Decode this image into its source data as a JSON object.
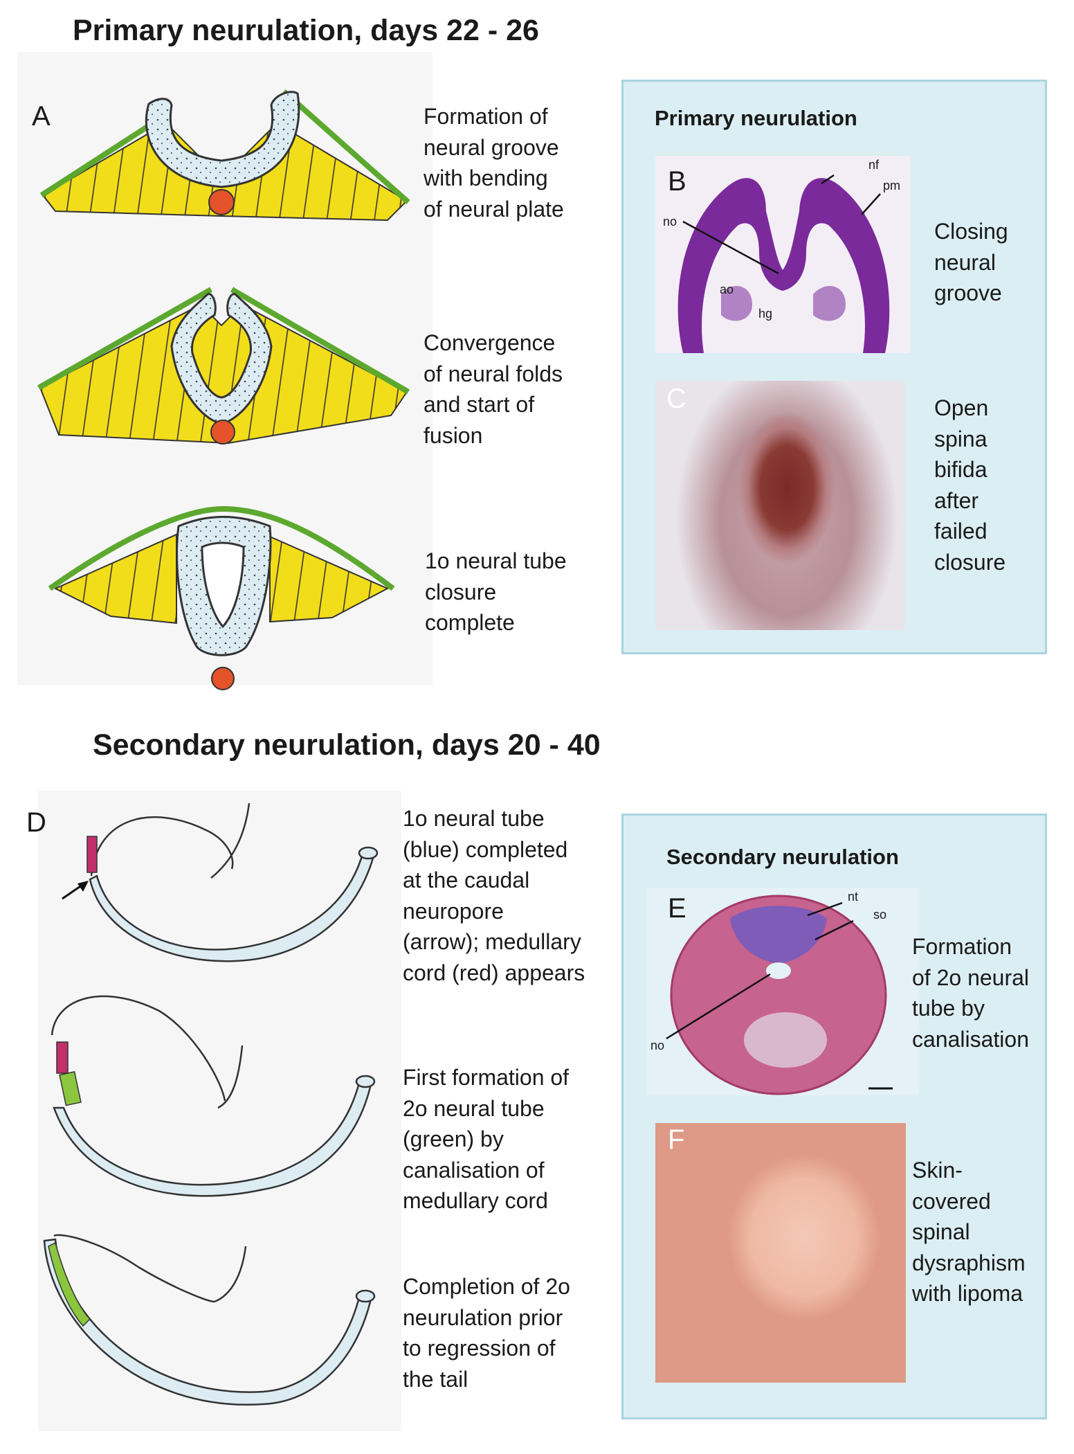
{
  "primary": {
    "title": "Primary neurulation, days 22 - 26",
    "panel_letter": "A",
    "captions": [
      "Formation of\nneural groove\nwith bending\nof neural plate",
      "Convergence\nof neural folds\nand start of\nfusion",
      "1o neural tube\nclosure\ncomplete"
    ],
    "box": {
      "title": "Primary neurulation",
      "b_letter": "B",
      "b_labels": {
        "nf": "nf",
        "pm": "pm",
        "no": "no",
        "ao": "ao",
        "hg": "hg"
      },
      "b_caption": "Closing\nneural\ngroove",
      "c_letter": "C",
      "c_caption": "Open\nspina\nbifida\nafter\nfailed\nclosure"
    }
  },
  "secondary": {
    "title": "Secondary  neurulation, days 20 - 40",
    "panel_letter": "D",
    "captions": [
      "1o neural tube\n(blue) completed\nat the caudal\nneuropore\n(arrow); medullary\ncord (red) appears",
      "First formation of\n2o neural tube\n(green) by\ncanalisation of\nmedullary cord",
      "Completion of 2o\nneurulation prior\nto regression of\nthe tail"
    ],
    "box": {
      "title": "Secondary neurulation",
      "e_letter": "E",
      "e_labels": {
        "nt": "nt",
        "so": "so",
        "no": "no"
      },
      "e_caption": "Formation\nof 2o neural\ntube by\ncanalisation",
      "f_letter": "F",
      "f_caption": "Skin-\ncovered\nspinal\ndysraphism\nwith lipoma"
    }
  },
  "colors": {
    "ectoderm": "#5da82f",
    "mesoderm": "#f2dd1a",
    "neural_tube": "#dcecf2",
    "notochord": "#e4532a",
    "medullary_cord": "#c1306a",
    "secondary_tube": "#8cc63f",
    "panel_bg": "#dbeef4",
    "panel_border": "#a9d3e0",
    "histology": "#7a2a9a",
    "histology_e": "#c24a7c"
  }
}
